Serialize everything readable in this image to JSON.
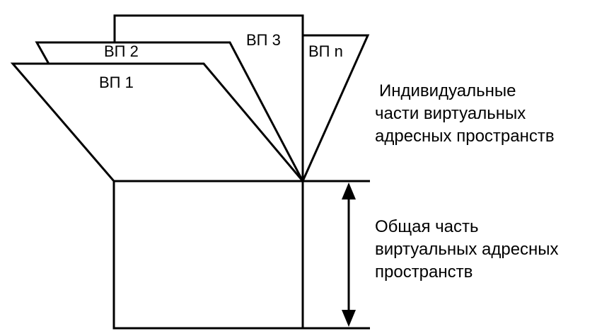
{
  "panels": [
    {
      "label": "ВП 1"
    },
    {
      "label": "ВП 2"
    },
    {
      "label": "ВП 3"
    },
    {
      "label": "ВП n"
    }
  ],
  "captions": {
    "individual": [
      "Индивидуальные",
      "части виртуальных",
      "адресных пространств"
    ],
    "common": [
      "Общая часть",
      "виртуальных адресных",
      "пространств"
    ]
  },
  "colors": {
    "stroke": "#000000",
    "background": "#ffffff"
  }
}
